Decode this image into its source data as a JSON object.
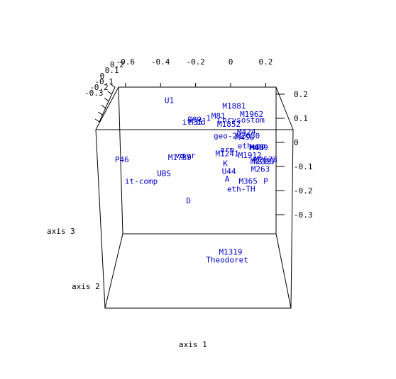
{
  "chart_data": {
    "type": "scatter",
    "projection": "3d",
    "xlabel": "axis 1",
    "ylabel": "axis 2",
    "zlabel": "axis 3",
    "xlim": [
      -0.65,
      0.25
    ],
    "ylim": [
      -0.35,
      0.25
    ],
    "zlim": [
      -0.35,
      0.25
    ],
    "x_ticks": [
      "-0.6",
      "-0.4",
      "-0.2",
      "0",
      "0.2"
    ],
    "y_ticks": [
      "-0.3",
      "-0.2",
      "-0.1",
      "0",
      "0.1",
      "0.2"
    ],
    "z_ticks": [
      "0.2",
      "0.1",
      "0",
      "-0.1",
      "-0.2",
      "-0.3"
    ],
    "grid": false,
    "point_color": "#0000cc",
    "points": [
      {
        "label": "U1",
        "x": -0.35,
        "y": 0.2
      },
      {
        "label": "M1881",
        "x": 0.02,
        "y": 0.17
      },
      {
        "label": "M1962",
        "x": 0.12,
        "y": 0.13
      },
      {
        "label": "M81",
        "x": -0.07,
        "y": 0.12
      },
      {
        "label": "geo-1",
        "x": -0.18,
        "y": 0.11
      },
      {
        "label": "Chrysostom",
        "x": 0.06,
        "y": 0.1
      },
      {
        "label": "it-dd",
        "x": -0.21,
        "y": 0.09
      },
      {
        "label": "M35",
        "x": -0.2,
        "y": 0.09
      },
      {
        "label": "M1852",
        "x": -0.01,
        "y": 0.08
      },
      {
        "label": "M424",
        "x": 0.09,
        "y": 0.04
      },
      {
        "label": "geo-2",
        "x": -0.03,
        "y": 0.02
      },
      {
        "label": "M2050",
        "x": 0.1,
        "y": 0.02
      },
      {
        "label": "M456",
        "x": 0.08,
        "y": 0.01
      },
      {
        "label": "eth-pp",
        "x": 0.12,
        "y": -0.03
      },
      {
        "label": "M88",
        "x": 0.15,
        "y": -0.04
      },
      {
        "label": "M459",
        "x": 0.16,
        "y": -0.04
      },
      {
        "label": "arm",
        "x": -0.02,
        "y": -0.05
      },
      {
        "label": "M1241",
        "x": -0.02,
        "y": -0.07
      },
      {
        "label": "M1912",
        "x": 0.11,
        "y": -0.08
      },
      {
        "label": "vg",
        "x": -0.29,
        "y": -0.08
      },
      {
        "label": "syr",
        "x": -0.24,
        "y": -0.08
      },
      {
        "label": "M1739",
        "x": -0.29,
        "y": -0.09
      },
      {
        "label": "P46",
        "x": -0.62,
        "y": -0.1
      },
      {
        "label": "M2573",
        "x": 0.2,
        "y": -0.1
      },
      {
        "label": "M2127",
        "x": 0.19,
        "y": -0.11
      },
      {
        "label": "M2200",
        "x": 0.18,
        "y": -0.11
      },
      {
        "label": "K",
        "x": -0.03,
        "y": -0.12
      },
      {
        "label": "M263",
        "x": 0.17,
        "y": -0.15
      },
      {
        "label": "U44",
        "x": -0.01,
        "y": -0.16
      },
      {
        "label": "UBS",
        "x": -0.38,
        "y": -0.17
      },
      {
        "label": "A",
        "x": -0.02,
        "y": -0.2
      },
      {
        "label": "M365",
        "x": 0.1,
        "y": -0.21
      },
      {
        "label": "P",
        "x": 0.2,
        "y": -0.21
      },
      {
        "label": "it-comp",
        "x": -0.51,
        "y": -0.21
      },
      {
        "label": "eth-TH",
        "x": 0.06,
        "y": -0.25
      },
      {
        "label": "D",
        "x": -0.24,
        "y": -0.31
      },
      {
        "label": "M1319",
        "x": 0.0,
        "y": -0.57
      },
      {
        "label": "Theodoret",
        "x": -0.02,
        "y": -0.61
      }
    ]
  }
}
